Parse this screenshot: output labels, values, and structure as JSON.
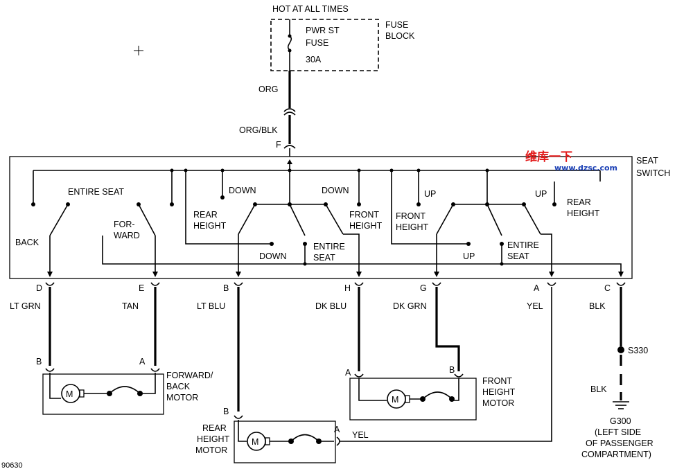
{
  "labels": {
    "hot_at_all_times": "HOT AT ALL TIMES",
    "fuse_name_1": "PWR ST",
    "fuse_name_2": "FUSE",
    "fuse_rating": "30A",
    "fuse_block_1": "FUSE",
    "fuse_block_2": "BLOCK",
    "org": "ORG",
    "org_blk": "ORG/BLK",
    "switch_f": "F",
    "seat_switch_1": "SEAT",
    "seat_switch_2": "SWITCH",
    "entire_seat": "ENTIRE SEAT",
    "back": "BACK",
    "forward_1": "FOR-",
    "forward_2": "WARD",
    "rear_height_l1": "REAR",
    "rear_height_l2": "HEIGHT",
    "down_1": "DOWN",
    "down_2": "DOWN",
    "down_3": "DOWN",
    "entire_seat_2a": "ENTIRE",
    "entire_seat_2b": "SEAT",
    "front_height_1a": "FRONT",
    "front_height_1b": "HEIGHT",
    "front_height_2a": "FRONT",
    "front_height_2b": "HEIGHT",
    "up_1": "UP",
    "up_2": "UP",
    "up_3": "UP",
    "entire_seat_3a": "ENTIRE",
    "entire_seat_3b": "SEAT",
    "rear_height_r1": "REAR",
    "rear_height_r2": "HEIGHT",
    "term_d": "D",
    "term_e": "E",
    "term_b": "B",
    "term_h": "H",
    "term_g": "G",
    "term_a": "A",
    "term_c": "C",
    "lt_grn": "LT GRN",
    "tan": "TAN",
    "lt_blu": "LT BLU",
    "dk_blu": "DK BLU",
    "dk_grn": "DK GRN",
    "yel": "YEL",
    "blk": "BLK",
    "fb_b": "B",
    "fb_a": "A",
    "fb_motor_1": "FORWARD/",
    "fb_motor_2": "BACK",
    "fb_motor_3": "MOTOR",
    "fh_a": "A",
    "fh_b": "B",
    "fh_motor_1": "FRONT",
    "fh_motor_2": "HEIGHT",
    "fh_motor_3": "MOTOR",
    "rh_b": "B",
    "rh_a": "A",
    "rh_motor_1": "REAR",
    "rh_motor_2": "HEIGHT",
    "rh_motor_3": "MOTOR",
    "yel_2": "YEL",
    "s330": "S330",
    "blk_2": "BLK",
    "g300": "G300",
    "g300_note_1": "(LEFT SIDE",
    "g300_note_2": "OF PASSENGER",
    "g300_note_3": "COMPARTMENT)",
    "motor_symbol": "M",
    "fig_id": "90630",
    "watermark_1": "维库一下",
    "watermark_2": "www.dzsc.com"
  }
}
